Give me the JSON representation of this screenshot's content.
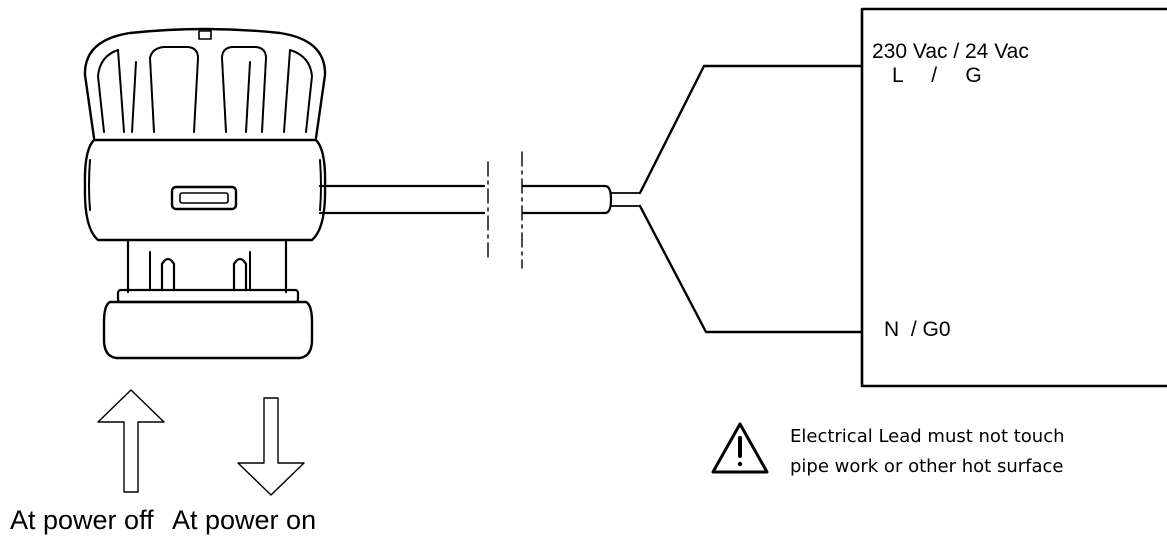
{
  "labels": {
    "supply_voltage": "230 Vac / 24 Vac",
    "live_terminals": "L    /    G",
    "neutral_terminals": "N  / G0",
    "warning_line1": "Electrical Lead must not touch",
    "warning_line2": "pipe work or other hot surface",
    "power_off": "At power off",
    "power_on": "At power on"
  },
  "icons": {
    "warning": "warning-triangle-icon",
    "arrow_up": "arrow-up-icon",
    "arrow_down": "arrow-down-icon"
  },
  "colors": {
    "stroke": "#000000",
    "background": "#ffffff"
  }
}
